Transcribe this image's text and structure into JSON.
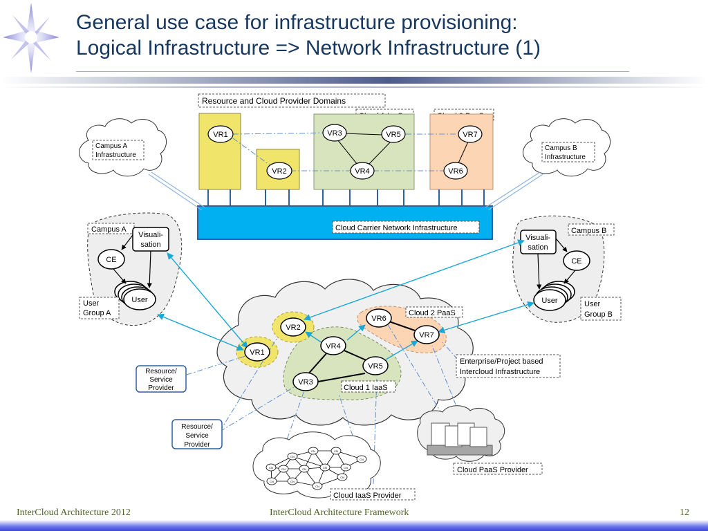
{
  "slide": {
    "title_line1": "General use case for infrastructure provisioning:",
    "title_line2": "Logical Infrastructure => Network Infrastructure (1)",
    "footer_left": "InterCloud Architecture 2012",
    "footer_center": "InterCloud Architecture Framework",
    "footer_page": "12"
  },
  "diagram": {
    "resource_domains_label": "Resource and Cloud Provider Domains",
    "cloud1_iaas": "Cloud 1 IaaS",
    "cloud2_paas": "Cloud 2 PaaS",
    "carrier_network": "Cloud Carrier Network Infrastructure",
    "campus_a_infra": [
      "Campus A",
      "Infrastructure"
    ],
    "campus_b_infra": [
      "Campus B",
      "Infrastructure"
    ],
    "campus_a": "Campus A",
    "campus_b": "Campus B",
    "visualisation": [
      "Visuali-",
      "sation"
    ],
    "ce": "CE",
    "user": "User",
    "user_group_a": [
      "User",
      "Group A"
    ],
    "user_group_b": [
      "User",
      "Group B"
    ],
    "vr": {
      "vr1": "VR1",
      "vr2": "VR2",
      "vr3": "VR3",
      "vr4": "VR4",
      "vr5": "VR5",
      "vr6": "VR6",
      "vr7": "VR7"
    },
    "intercloud_cloud1": "Cloud 1 IaaS",
    "intercloud_cloud2": "Cloud 2 PaaS",
    "enterprise_infra": [
      "Enterprise/Project based",
      "Intercloud Infrastructure"
    ],
    "resource_provider": [
      "Resource/",
      "Service",
      "Provider"
    ],
    "cloud_paas_provider": "Cloud PaaS Provider",
    "cloud_iaas_provider": "Cloud IaaS Provider",
    "cn": "CN"
  },
  "colors": {
    "title": "#17375e",
    "yellow_domain": "#f0e56a",
    "green_domain": "#d7e4bd",
    "orange_domain": "#fcd5b5",
    "carrier_blue": "#00b0f0",
    "link_cyan": "#1aa7d8"
  }
}
